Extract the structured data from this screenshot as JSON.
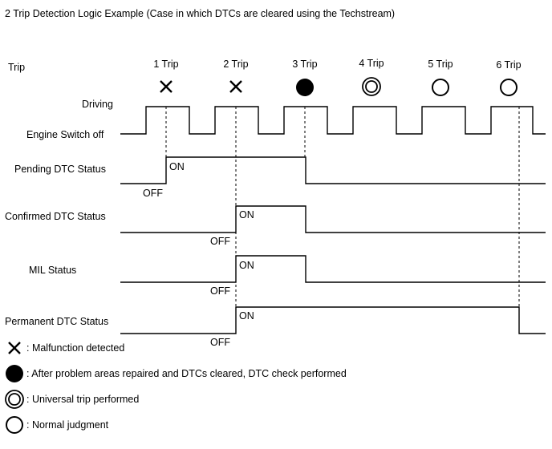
{
  "title": "2 Trip Detection Logic Example (Case in which DTCs are cleared using the Techstream)",
  "trip_label": "Trip",
  "trips": [
    {
      "label": "1 Trip",
      "marker": "cross"
    },
    {
      "label": "2 Trip",
      "marker": "cross"
    },
    {
      "label": "3 Trip",
      "marker": "filled-circle"
    },
    {
      "label": "4 Trip",
      "marker": "double-circle"
    },
    {
      "label": "5 Trip",
      "marker": "circle"
    },
    {
      "label": "6 Trip",
      "marker": "circle"
    }
  ],
  "rows": {
    "driving": "Driving",
    "engine_off": "Engine Switch off",
    "pending": "Pending DTC Status",
    "confirmed": "Confirmed DTC Status",
    "mil": "MIL Status",
    "permanent": "Permanent DTC Status"
  },
  "states": {
    "on": "ON",
    "off": "OFF"
  },
  "legend": [
    {
      "icon": "cross",
      "text": ": Malfunction detected"
    },
    {
      "icon": "filled-circle",
      "text": ": After problem areas repaired and DTCs cleared, DTC check performed"
    },
    {
      "icon": "double-circle",
      "text": ": Universal trip performed"
    },
    {
      "icon": "circle",
      "text": ": Normal judgment"
    }
  ]
}
